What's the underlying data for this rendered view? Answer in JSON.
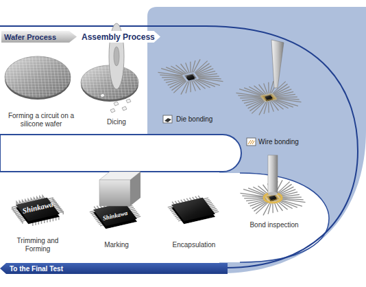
{
  "diagram": {
    "nodes": [
      {
        "text": [
          "Wafer Process"
        ]
      },
      {
        "text": [
          "Assembly Process"
        ]
      },
      {
        "text": [
          "To the Final Test"
        ]
      }
    ],
    "labels": [
      "Forming a circuit on a silicone wafer",
      "Dicing",
      "Die bonding",
      "Wire bonding",
      "Bond inspection",
      "Encapsulation",
      "Marking",
      "Trimming and Forming",
      "Shinkawa",
      "Shinkawa"
    ]
  }
}
